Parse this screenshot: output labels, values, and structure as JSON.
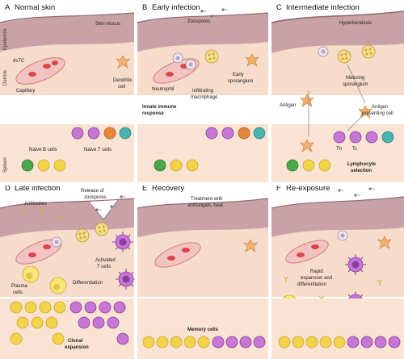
{
  "side_labels": {
    "epidermis": "Epidermis",
    "dermis": "Dermis",
    "spleen": "Spleen"
  },
  "panels": {
    "A": {
      "letter": "A",
      "title": "Normal skin",
      "labels": {
        "skin_mucus": "Skin mucus",
        "dsrc": "dsTC",
        "capillary": "Capillary",
        "dendritic": "Dendritic",
        "cell": "cell",
        "naive_b": "Naive B cells",
        "naive_t": "Naive T cells"
      }
    },
    "B": {
      "letter": "B",
      "title": "Early infection",
      "labels": {
        "zoospores": "Zoospores",
        "neutrophil": "Neutrophil",
        "infiltrating": "Infiltrating",
        "macrophage": "macrophage",
        "early": "Early",
        "sporangium": "sporangium",
        "innate1": "Innate immune",
        "innate2": "response"
      }
    },
    "C": {
      "letter": "C",
      "title": "Intermediate infection",
      "labels": {
        "hyperkeratosis": "Hyperkeratosis",
        "maturing": "Maturing",
        "sporangium": "sporangium",
        "antigen": "Antigen",
        "apc1": "Antigen",
        "apc2": "presenting cell",
        "th": "Th",
        "tc": "Tc",
        "lymph1": "Lymphocyte",
        "lymph2": "selection"
      }
    },
    "D": {
      "letter": "D",
      "title": "Late infection",
      "labels": {
        "antibodies": "Antibodies",
        "release1": "Release of",
        "release2": "zoospores",
        "activated1": "Activated",
        "activated2": "T cells",
        "plasma1": "Plasma",
        "plasma2": "cells",
        "differentiation": "Differentiation",
        "clonal1": "Clonal",
        "clonal2": "expansion"
      }
    },
    "E": {
      "letter": "E",
      "title": "Recovery",
      "labels": {
        "treat1": "Treatment with",
        "treat2": "antifungals, heat",
        "memory": "Memory cells"
      }
    },
    "F": {
      "letter": "F",
      "title": "Re-exposure",
      "labels": {
        "rapid1": "Rapid",
        "rapid2": "expansion and",
        "rapid3": "differentiation"
      }
    }
  },
  "colors": {
    "skin_top": "#c9a2a8",
    "skin_dermis": "#f7dccb",
    "spleen_bg": "#fbe3d3",
    "capillary": "#e8a3a2",
    "rbc": "#d8464c",
    "b_cell": "#f2d34a",
    "t_cell_purple": "#b867c9",
    "naive_green": "#4aa84b",
    "naive_orange": "#e5863a",
    "naive_teal": "#49b3b0",
    "sporangium": "#f3dd8a",
    "dendritic": "#f0b070",
    "macrophage": "#c8b4dc"
  },
  "icons": [
    "zoospore-icon",
    "sporangium-icon",
    "b-cell-icon",
    "t-cell-icon",
    "antibody-icon",
    "dendritic-cell-icon",
    "capillary-icon"
  ]
}
